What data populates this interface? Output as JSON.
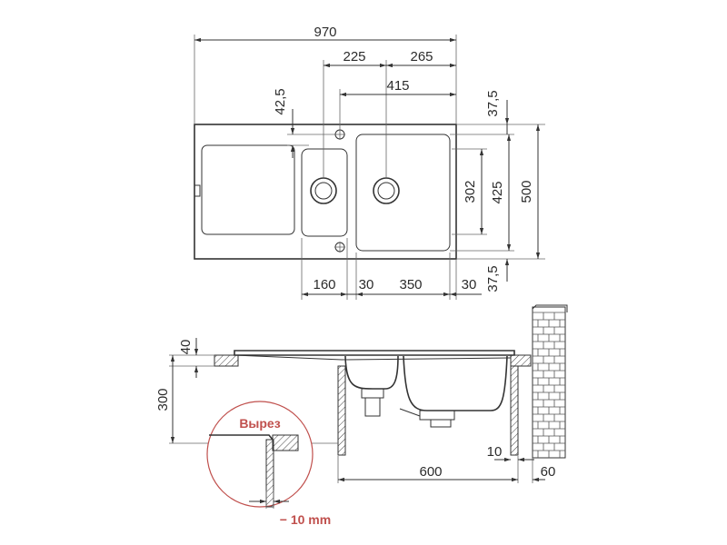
{
  "colors": {
    "line": "#333333",
    "text": "#2b2b2b",
    "cutout_accent": "#c0504d"
  },
  "top_view_dims": {
    "total_width": "970",
    "offset_small": "225",
    "offset_large_right": "265",
    "large_to_edge": "415",
    "tap_hole_offset": "42,5",
    "edge_top": "37,5",
    "bowl_depth": "302",
    "inner_depth": "425",
    "total_depth": "500",
    "edge_bottom": "37,5",
    "small_bowl_width": "160",
    "gap_between": "30",
    "large_bowl_width": "350",
    "right_rim": "30"
  },
  "side_view_dims": {
    "rim_height": "40",
    "cabinet_height": "300",
    "wall_gap": "10",
    "cabinet_depth": "600",
    "wall_offset": "60"
  },
  "cutout": {
    "label": "Вырез",
    "tolerance": "− 10 mm"
  }
}
